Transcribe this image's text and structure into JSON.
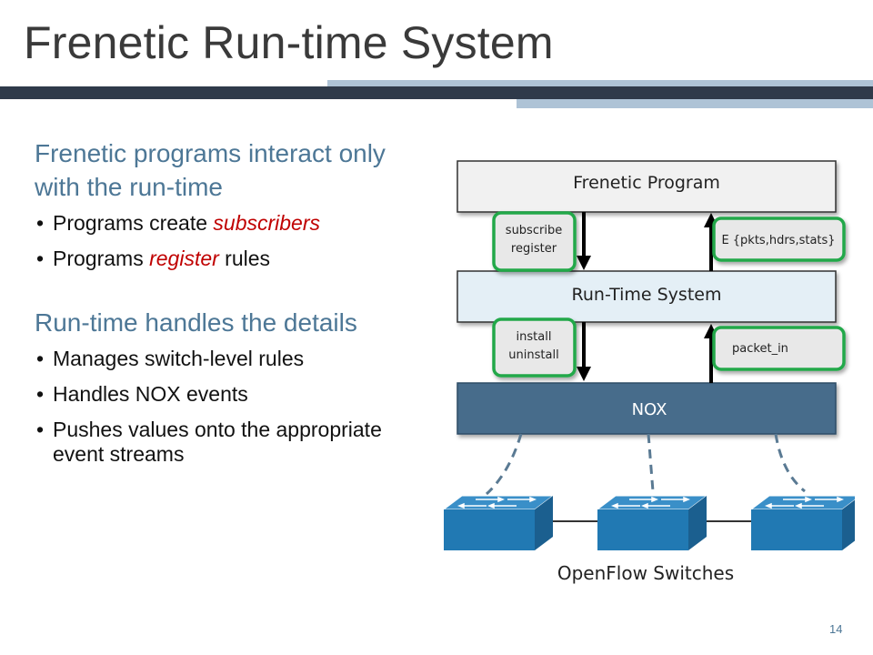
{
  "slide": {
    "title": "Frenetic Run-time System",
    "page_number": "14"
  },
  "left": {
    "heading1": "Frenetic programs interact only with the run-time",
    "bullets1": [
      {
        "prefix": "Programs create ",
        "emph": "subscribers",
        "suffix": ""
      },
      {
        "prefix": "Programs ",
        "emph": "register",
        "suffix": " rules"
      }
    ],
    "heading2": "Run-time handles the details",
    "bullets2": [
      "Manages switch-level rules",
      "Handles NOX events",
      "Pushes values onto the appropriate event streams"
    ]
  },
  "diagram": {
    "layer_top": "Frenetic Program",
    "layer_mid": "Run-Time System",
    "layer_bottom": "NOX",
    "box_subscribe": [
      "subscribe",
      "register"
    ],
    "box_install": [
      "install",
      "uninstall"
    ],
    "box_events": "E {pkts,hdrs,stats}",
    "box_packet_in": "packet_in",
    "switches_label": "OpenFlow Switches"
  },
  "colors": {
    "title": "#3a3a3a",
    "heading": "#4d7796",
    "emphasis": "#c00000",
    "nox_fill": "#466c8b",
    "switch_fill": "#2179b3",
    "highlight_border": "#22a84a"
  }
}
